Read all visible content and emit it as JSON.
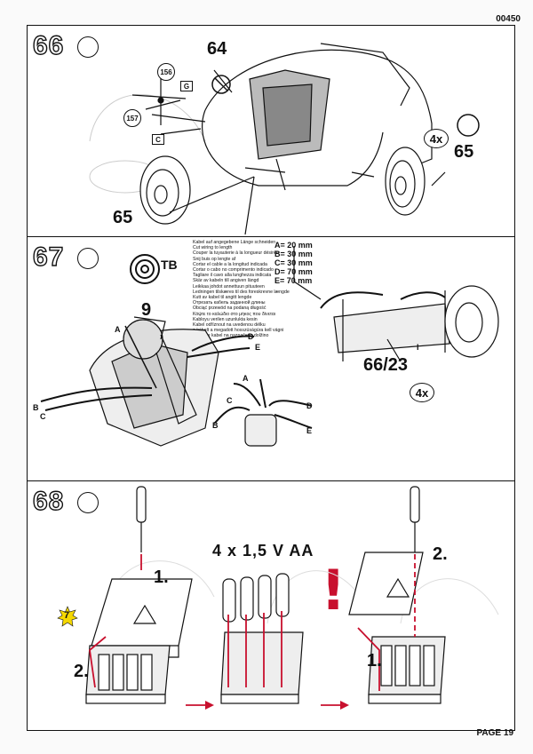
{
  "header": {
    "document_number": "00450"
  },
  "footer": {
    "page_label": "PAGE 19"
  },
  "step66": {
    "number": "66",
    "part_refs": {
      "top": "64",
      "left_wheel": "65",
      "right_wheel": "65",
      "screw": "156",
      "rod": "157"
    },
    "box_labels": {
      "g": "G",
      "c": "C"
    },
    "quantity": "4x"
  },
  "step67": {
    "number": "67",
    "tape_label": "TB",
    "part_ref": "9",
    "ref_right": "66/23",
    "quantity": "4x",
    "cable_instructions": [
      "Kabel auf angegebene Länge schneiden",
      "Cut wiring to length",
      "Couper la tuyauterie à la longueur désirée",
      "Snij buis op lengte af",
      "Cortar el cable a la longitud indicada",
      "Cortar o cabo no comprimento indicado",
      "Tagliare il cavo alla lunghezza indicata",
      "Skär av kabeln till angiven längd",
      "Leikkaa johdot annettuun pituuteen",
      "Ledningen tilskæres til des foreskrevne længde",
      "Kutt av kabel til angitt lengde",
      "Отрезать кабель заданной длины",
      "Obciąć przewód na podaną długość",
      "Κόψτε το καλώδιο στο μήκος που δίνεται",
      "Kabloyu verilen uzunlukta kesin",
      "Kabel odříznout na uvedenou délku",
      "a kábelt a megadott hosszúságúra kell vágni",
      "Odrežite kabel na naznačeno dolžino"
    ],
    "lengths": [
      "A= 20 mm",
      "B= 30 mm",
      "C= 30 mm",
      "D= 70 mm",
      "E= 70 mm"
    ],
    "wire_labels": {
      "a": "A",
      "b": "B",
      "c": "C",
      "d": "D",
      "e": "E",
      "i": "I"
    }
  },
  "step68": {
    "number": "68",
    "battery_label": "4 x 1,5 V AA",
    "badge": "7",
    "step_labels": {
      "one": "1.",
      "two": "2."
    }
  }
}
